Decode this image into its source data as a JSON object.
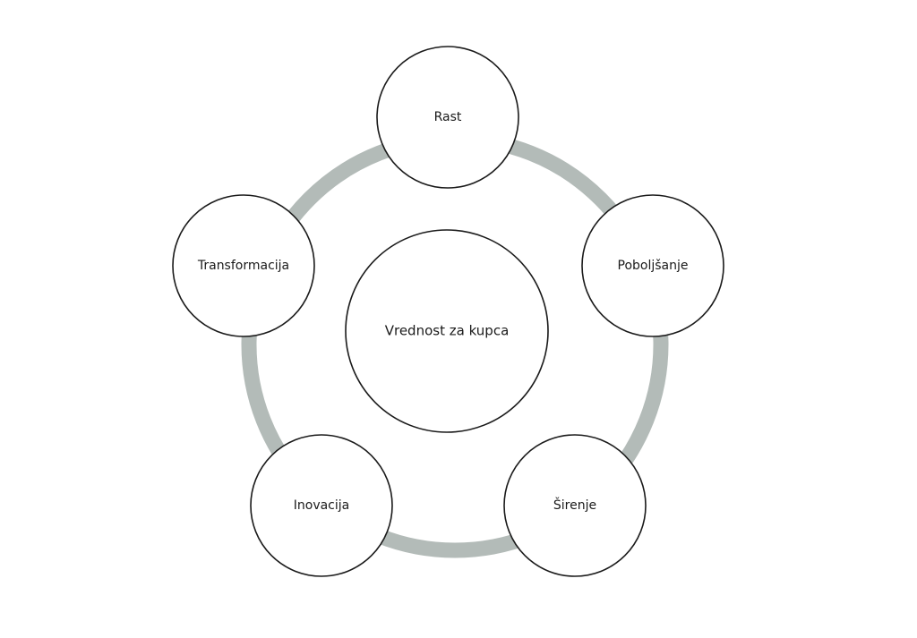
{
  "diagram": {
    "center": {
      "label": "Vrednost za kupca"
    },
    "nodes": [
      {
        "id": "rast",
        "label": "Rast"
      },
      {
        "id": "poboljsanje",
        "label": "Poboljšanje"
      },
      {
        "id": "sirenje",
        "label": "Širenje"
      },
      {
        "id": "inovacija",
        "label": "Inovacija"
      },
      {
        "id": "transformacija",
        "label": "Transformacija"
      }
    ],
    "colors": {
      "ring": "#b3bbb8",
      "stroke": "#1a1a1a",
      "fill": "#ffffff"
    }
  }
}
